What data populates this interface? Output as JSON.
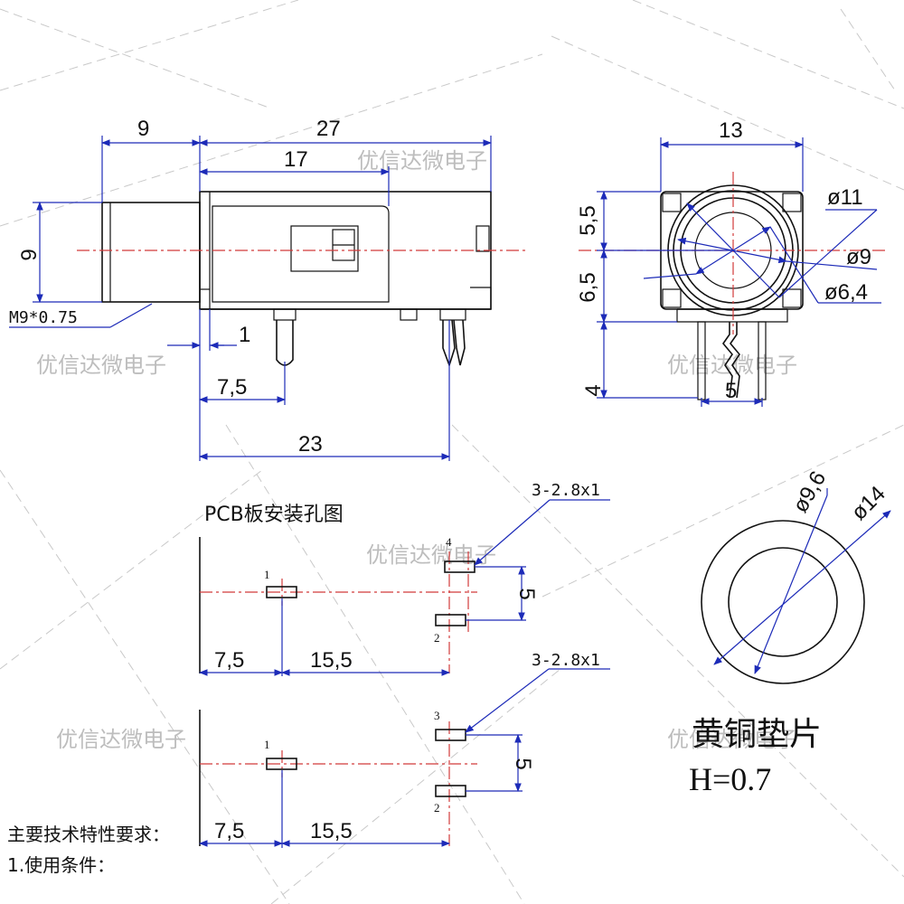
{
  "side_view": {
    "dim_9_top": "9",
    "dim_27": "27",
    "dim_17": "17",
    "dim_9_left": "9",
    "thread": "M9*0.75",
    "dim_1": "1",
    "dim_7_5": "7,5",
    "dim_23": "23"
  },
  "front_view": {
    "dim_13": "13",
    "dim_5_5": "5,5",
    "dim_6_5": "6,5",
    "dim_4": "4",
    "dim_5": "5",
    "dia_11": "ø11",
    "dia_9": "ø9",
    "dia_6_4": "ø6,4"
  },
  "pcb": {
    "title": "PCB板安装孔图",
    "upper": {
      "hole_note": "3-2.8x1",
      "pin_1": "1",
      "pin_top": "4",
      "pin_bottom": "2",
      "dim_5": "5",
      "dim_7_5": "7,5",
      "dim_15_5": "15,5"
    },
    "lower": {
      "hole_note": "3-2.8x1",
      "pin_1": "1",
      "pin_top": "3",
      "pin_bottom": "2",
      "dim_5": "5",
      "dim_7_5": "7,5",
      "dim_15_5": "15,5"
    }
  },
  "washer": {
    "dia_inner": "ø9,6",
    "dia_outer": "ø14",
    "name": "黄铜垫片",
    "thickness": "H=0.7"
  },
  "notes": {
    "heading": "主要技术特性要求：",
    "line_1": "1.使用条件："
  },
  "watermark": "优信达微电子"
}
